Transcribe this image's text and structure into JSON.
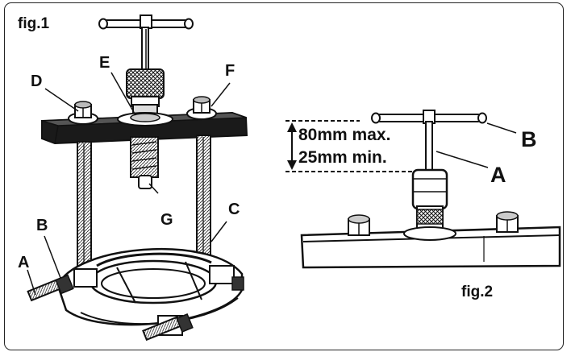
{
  "figure1": {
    "title": "fig.1",
    "labels": {
      "a": "A",
      "b": "B",
      "c": "C",
      "d": "D",
      "e": "E",
      "f": "F",
      "g": "G"
    }
  },
  "figure2": {
    "title": "fig.2",
    "labels": {
      "a": "A",
      "b": "B"
    },
    "max_text": "80mm max.",
    "min_text": "25mm min."
  }
}
